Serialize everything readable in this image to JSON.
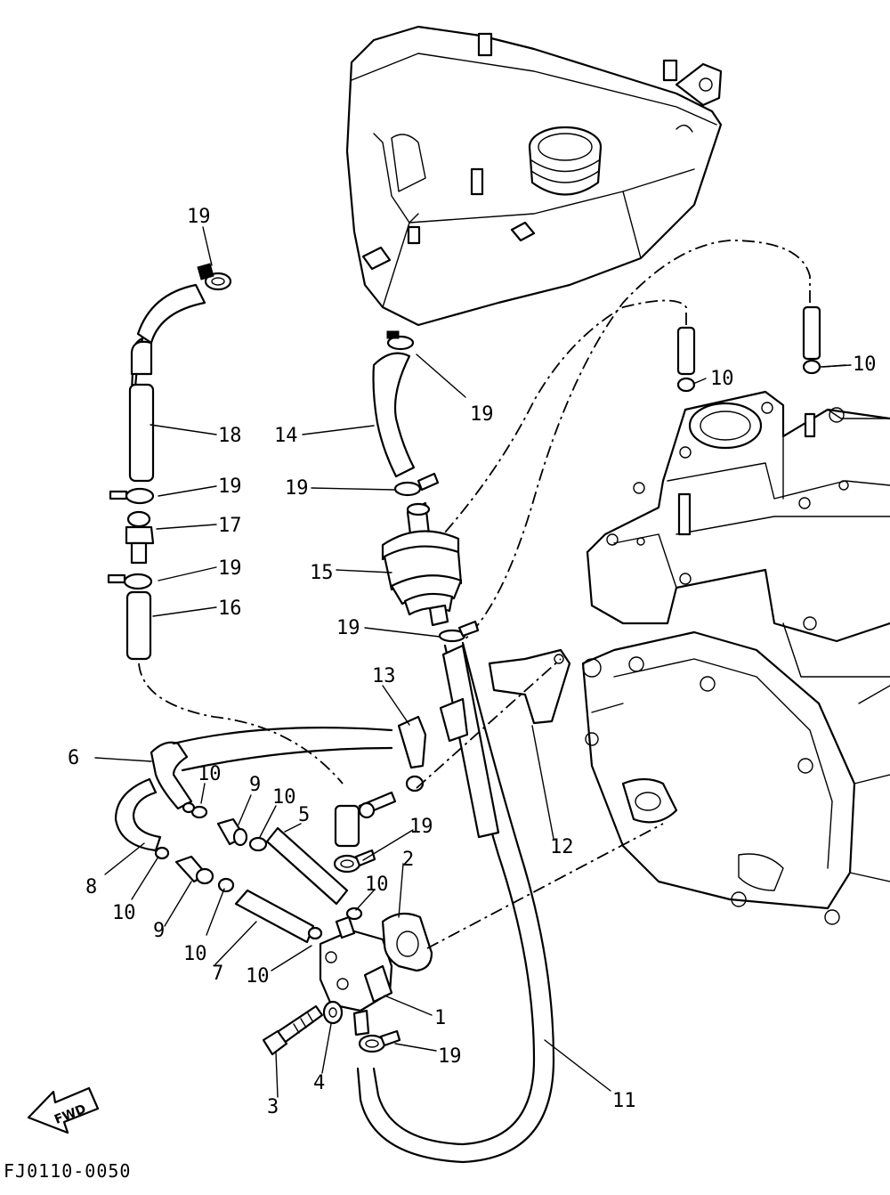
{
  "diagram": {
    "code": "FJ0110-0050",
    "direction_arrow": "FWD",
    "callouts": [
      {
        "id": "c1",
        "text": "1"
      },
      {
        "id": "c2",
        "text": "2"
      },
      {
        "id": "c3",
        "text": "3"
      },
      {
        "id": "c4",
        "text": "4"
      },
      {
        "id": "c5",
        "text": "5"
      },
      {
        "id": "c6",
        "text": "6"
      },
      {
        "id": "c7",
        "text": "7"
      },
      {
        "id": "c8",
        "text": "8"
      },
      {
        "id": "c9a",
        "text": "9"
      },
      {
        "id": "c9b",
        "text": "9"
      },
      {
        "id": "c10a",
        "text": "10"
      },
      {
        "id": "c10b",
        "text": "10"
      },
      {
        "id": "c10c",
        "text": "10"
      },
      {
        "id": "c10d",
        "text": "10"
      },
      {
        "id": "c10e",
        "text": "10"
      },
      {
        "id": "c10f",
        "text": "10"
      },
      {
        "id": "c10g",
        "text": "10"
      },
      {
        "id": "c10h",
        "text": "10"
      },
      {
        "id": "c11",
        "text": "11"
      },
      {
        "id": "c12",
        "text": "12"
      },
      {
        "id": "c13",
        "text": "13"
      },
      {
        "id": "c14",
        "text": "14"
      },
      {
        "id": "c15",
        "text": "15"
      },
      {
        "id": "c16",
        "text": "16"
      },
      {
        "id": "c17",
        "text": "17"
      },
      {
        "id": "c18",
        "text": "18"
      },
      {
        "id": "c19a",
        "text": "19"
      },
      {
        "id": "c19b",
        "text": "19"
      },
      {
        "id": "c19c",
        "text": "19"
      },
      {
        "id": "c19d",
        "text": "19"
      },
      {
        "id": "c19e",
        "text": "19"
      },
      {
        "id": "c19f",
        "text": "19"
      },
      {
        "id": "c19g",
        "text": "19"
      },
      {
        "id": "c19h",
        "text": "19"
      }
    ]
  }
}
